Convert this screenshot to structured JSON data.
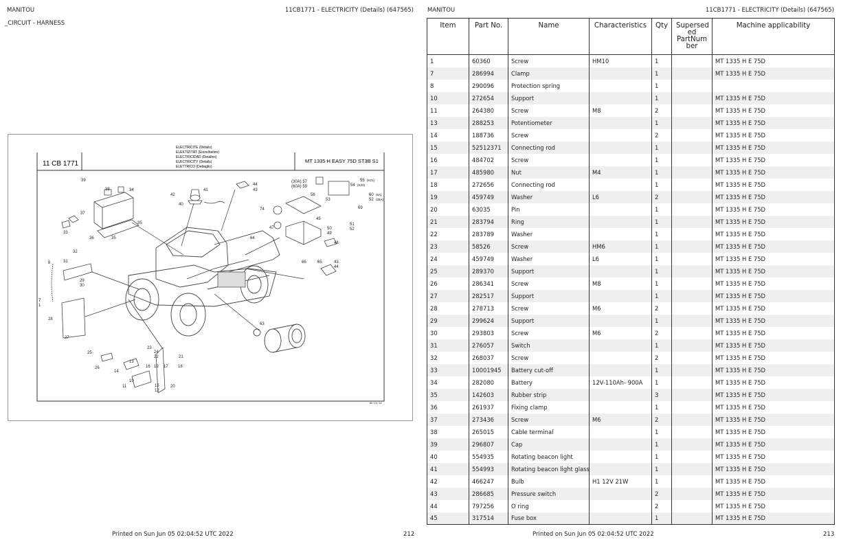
{
  "left_page": {
    "brand": "MANITOU",
    "doc_title": "11CB1771 - ELECTRICITY (Details) (647565)",
    "section": "_CIRCUIT - HARNESS",
    "printed": "Printed on  Sun Jun 05 02:04:52 UTC 2022",
    "page_number": "212",
    "diagram": {
      "code_box": "11 CB 1771",
      "model_box": "MT 1335 H EASY 75D ST3B S1",
      "titles": [
        "ELECTRICITE (Détails)",
        "ELEKTIZITÄT (Einzelheiten)",
        "ELECTRICIDAD (Detalles)",
        "ELECTRICITY (Details)",
        "ELETTRICO (Dettaglio)"
      ],
      "fuse_labels": {
        "f30a": "(30A)",
        "f60a": "(60A)",
        "k21a": "(K21)",
        "k23": "(K23)",
        "f5a": "(5A)",
        "f25a": "(25A)"
      },
      "ref_code": "60 / 10 / 14"
    }
  },
  "right_page": {
    "brand": "MANITOU",
    "doc_title": "11CB1771 - ELECTRICITY (Details) (647565)",
    "printed": "Printed on  Sun Jun 05 02:04:52 UTC 2022",
    "page_number": "213",
    "columns": [
      "Item",
      "Part No.",
      "Name",
      "Characteristics",
      "Qty",
      "Supersed ed PartNum ber",
      "Machine applicability"
    ],
    "rows": [
      {
        "item": "1",
        "part": "60360",
        "name": "Screw",
        "char": "HM10",
        "qty": "1",
        "sup": "",
        "mach": "MT 1335 H E 75D"
      },
      {
        "item": "7",
        "part": "286994",
        "name": "Clamp",
        "char": "",
        "qty": "1",
        "sup": "",
        "mach": "MT 1335 H E 75D"
      },
      {
        "item": "8",
        "part": "290096",
        "name": "Protection spring",
        "char": "",
        "qty": "1",
        "sup": "",
        "mach": ""
      },
      {
        "item": "10",
        "part": "272654",
        "name": "Support",
        "char": "",
        "qty": "1",
        "sup": "",
        "mach": "MT 1335 H E 75D"
      },
      {
        "item": "11",
        "part": "264380",
        "name": "Screw",
        "char": "M8",
        "qty": "2",
        "sup": "",
        "mach": "MT 1335 H E 75D"
      },
      {
        "item": "13",
        "part": "288253",
        "name": "Potentiometer",
        "char": "",
        "qty": "1",
        "sup": "",
        "mach": "MT 1335 H E 75D"
      },
      {
        "item": "14",
        "part": "188736",
        "name": "Screw",
        "char": "",
        "qty": "2",
        "sup": "",
        "mach": "MT 1335 H E 75D"
      },
      {
        "item": "15",
        "part": "52512371",
        "name": "Connecting rod",
        "char": "",
        "qty": "1",
        "sup": "",
        "mach": "MT 1335 H E 75D"
      },
      {
        "item": "16",
        "part": "484702",
        "name": "Screw",
        "char": "",
        "qty": "1",
        "sup": "",
        "mach": "MT 1335 H E 75D"
      },
      {
        "item": "17",
        "part": "485980",
        "name": "Nut",
        "char": "M4",
        "qty": "1",
        "sup": "",
        "mach": "MT 1335 H E 75D"
      },
      {
        "item": "18",
        "part": "272656",
        "name": "Connecting rod",
        "char": "",
        "qty": "1",
        "sup": "",
        "mach": "MT 1335 H E 75D"
      },
      {
        "item": "19",
        "part": "459749",
        "name": "Washer",
        "char": "L6",
        "qty": "2",
        "sup": "",
        "mach": "MT 1335 H E 75D"
      },
      {
        "item": "20",
        "part": "63035",
        "name": "Pin",
        "char": "",
        "qty": "1",
        "sup": "",
        "mach": "MT 1335 H E 75D"
      },
      {
        "item": "21",
        "part": "283794",
        "name": "Ring",
        "char": "",
        "qty": "1",
        "sup": "",
        "mach": "MT 1335 H E 75D"
      },
      {
        "item": "22",
        "part": "283789",
        "name": "Washer",
        "char": "",
        "qty": "1",
        "sup": "",
        "mach": "MT 1335 H E 75D"
      },
      {
        "item": "23",
        "part": "58526",
        "name": "Screw",
        "char": "HM6",
        "qty": "1",
        "sup": "",
        "mach": "MT 1335 H E 75D"
      },
      {
        "item": "24",
        "part": "459749",
        "name": "Washer",
        "char": "L6",
        "qty": "1",
        "sup": "",
        "mach": "MT 1335 H E 75D"
      },
      {
        "item": "25",
        "part": "289370",
        "name": "Support",
        "char": "",
        "qty": "1",
        "sup": "",
        "mach": "MT 1335 H E 75D"
      },
      {
        "item": "26",
        "part": "286341",
        "name": "Screw",
        "char": "M8",
        "qty": "1",
        "sup": "",
        "mach": "MT 1335 H E 75D"
      },
      {
        "item": "27",
        "part": "282517",
        "name": "Support",
        "char": "",
        "qty": "1",
        "sup": "",
        "mach": "MT 1335 H E 75D"
      },
      {
        "item": "28",
        "part": "278713",
        "name": "Screw",
        "char": "M6",
        "qty": "2",
        "sup": "",
        "mach": "MT 1335 H E 75D"
      },
      {
        "item": "29",
        "part": "299624",
        "name": "Support",
        "char": "",
        "qty": "1",
        "sup": "",
        "mach": "MT 1335 H E 75D"
      },
      {
        "item": "30",
        "part": "293803",
        "name": "Screw",
        "char": "M6",
        "qty": "2",
        "sup": "",
        "mach": "MT 1335 H E 75D"
      },
      {
        "item": "31",
        "part": "276057",
        "name": "Switch",
        "char": "",
        "qty": "1",
        "sup": "",
        "mach": "MT 1335 H E 75D"
      },
      {
        "item": "32",
        "part": "268037",
        "name": "Screw",
        "char": "",
        "qty": "2",
        "sup": "",
        "mach": "MT 1335 H E 75D"
      },
      {
        "item": "33",
        "part": "10001945",
        "name": "Battery cut-off",
        "char": "",
        "qty": "1",
        "sup": "",
        "mach": "MT 1335 H E 75D"
      },
      {
        "item": "34",
        "part": "282080",
        "name": "Battery",
        "char": "12V-110Ah- 900A",
        "qty": "1",
        "sup": "",
        "mach": "MT 1335 H E 75D"
      },
      {
        "item": "35",
        "part": "142603",
        "name": "Rubber strip",
        "char": "",
        "qty": "3",
        "sup": "",
        "mach": "MT 1335 H E 75D"
      },
      {
        "item": "36",
        "part": "261937",
        "name": "Fixing clamp",
        "char": "",
        "qty": "1",
        "sup": "",
        "mach": "MT 1335 H E 75D"
      },
      {
        "item": "37",
        "part": "273436",
        "name": "Screw",
        "char": "M6",
        "qty": "2",
        "sup": "",
        "mach": "MT 1335 H E 75D"
      },
      {
        "item": "38",
        "part": "265015",
        "name": "Cable terminal",
        "char": "",
        "qty": "1",
        "sup": "",
        "mach": "MT 1335 H E 75D"
      },
      {
        "item": "39",
        "part": "296807",
        "name": "Cap",
        "char": "",
        "qty": "1",
        "sup": "",
        "mach": "MT 1335 H E 75D"
      },
      {
        "item": "40",
        "part": "554935",
        "name": "Rotating beacon light",
        "char": "",
        "qty": "1",
        "sup": "",
        "mach": "MT 1335 H E 75D"
      },
      {
        "item": "41",
        "part": "554993",
        "name": "Rotating beacon light glass",
        "char": "",
        "qty": "1",
        "sup": "",
        "mach": "MT 1335 H E 75D"
      },
      {
        "item": "42",
        "part": "466247",
        "name": "Bulb",
        "char": "H1 12V 21W",
        "qty": "1",
        "sup": "",
        "mach": "MT 1335 H E 75D"
      },
      {
        "item": "43",
        "part": "286685",
        "name": "Pressure switch",
        "char": "",
        "qty": "2",
        "sup": "",
        "mach": "MT 1335 H E 75D"
      },
      {
        "item": "44",
        "part": "797256",
        "name": "O ring",
        "char": "",
        "qty": "2",
        "sup": "",
        "mach": "MT 1335 H E 75D"
      },
      {
        "item": "45",
        "part": "317514",
        "name": "Fuse box",
        "char": "",
        "qty": "1",
        "sup": "",
        "mach": "MT 1335 H E 75D"
      }
    ]
  }
}
